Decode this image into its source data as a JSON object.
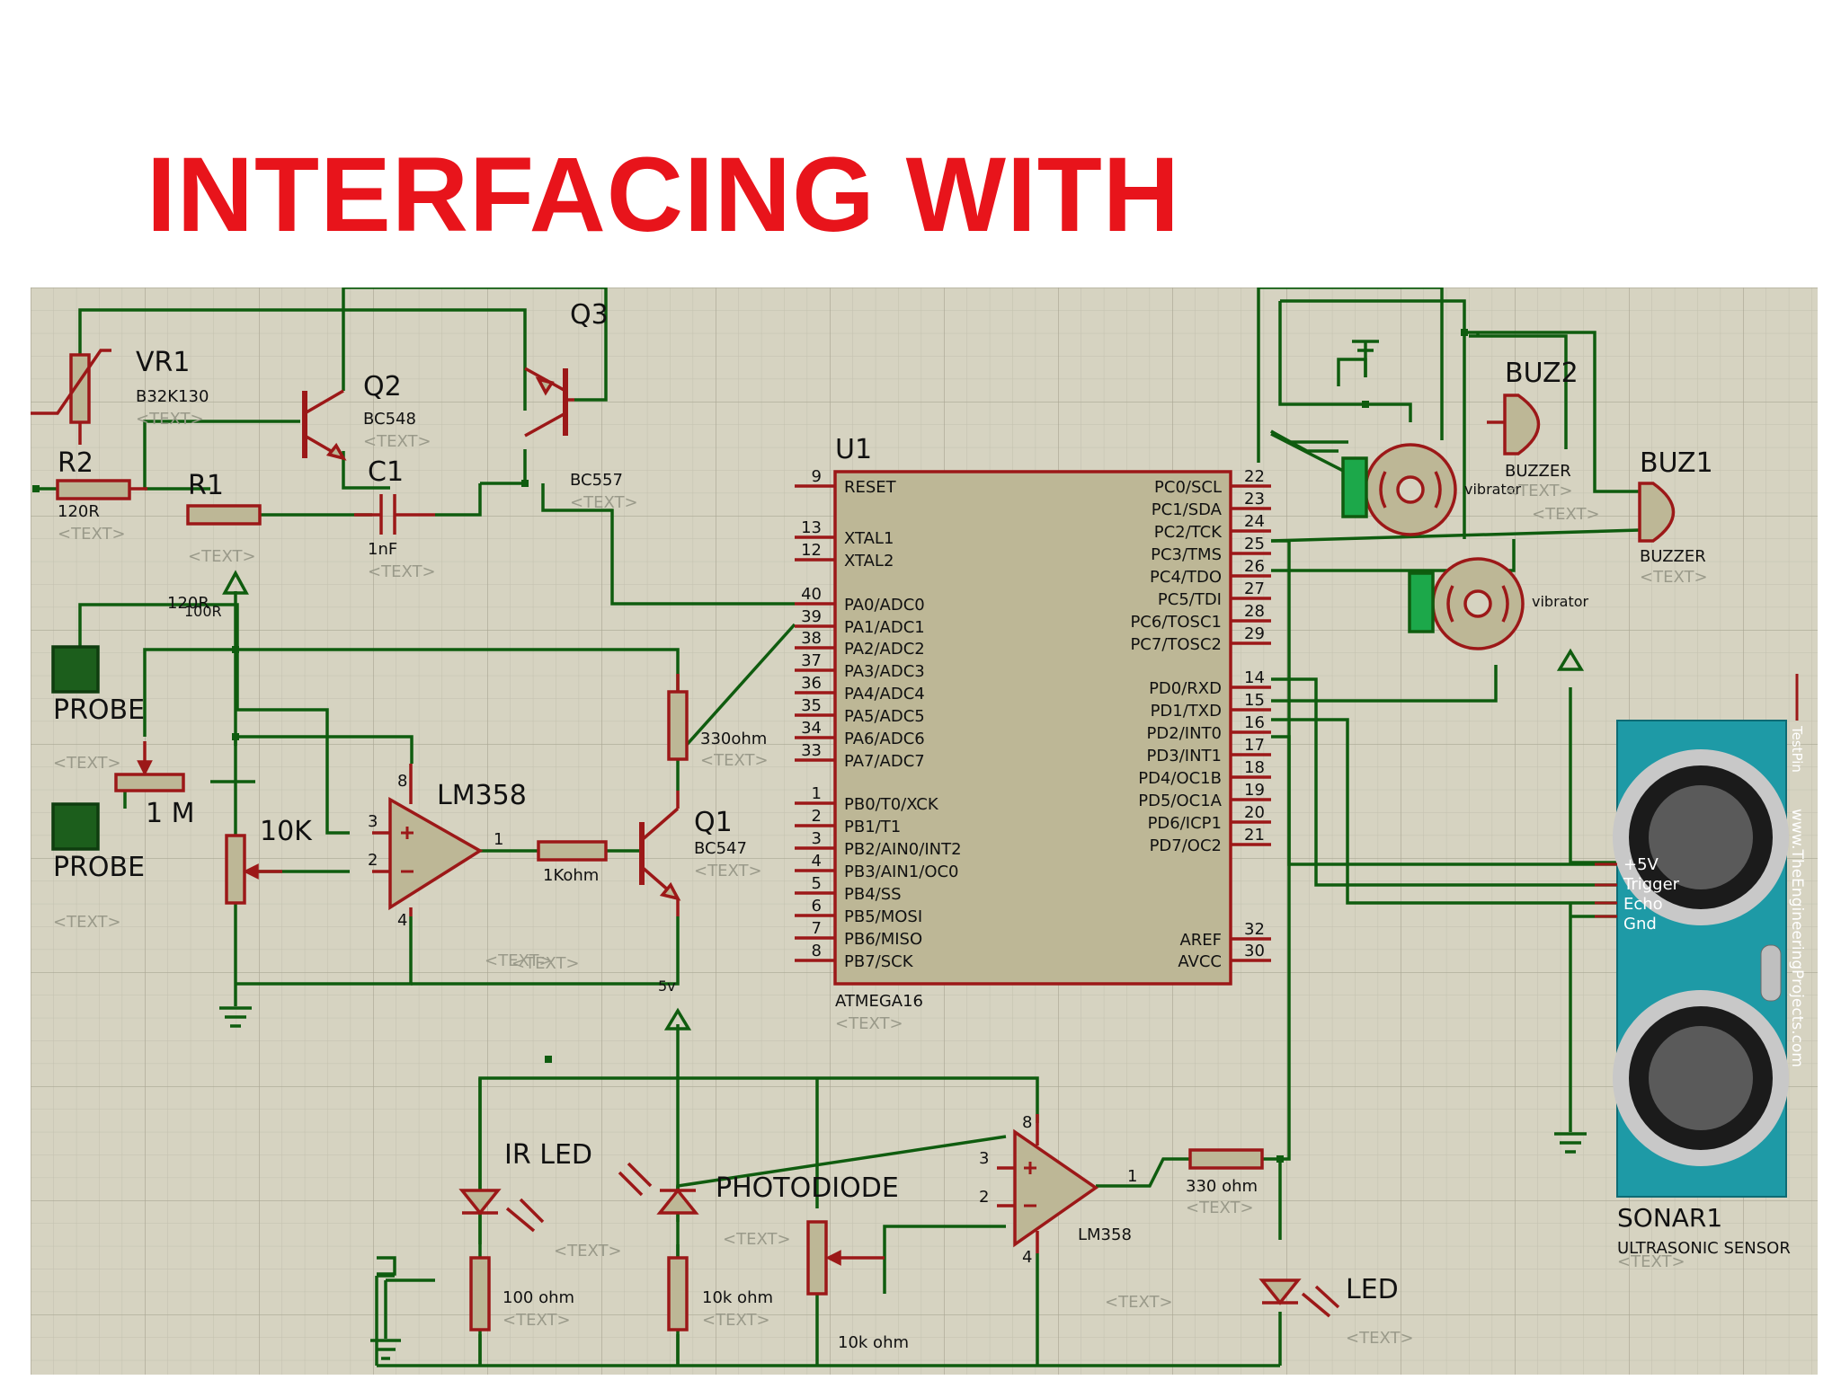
{
  "title": "INTERFACING WITH",
  "colors": {
    "title": "#e8141b",
    "grid_bg": "#d6d3c1",
    "grid_line": "#bab7a5",
    "wire": "#0f5c0f",
    "component": "#9c1818",
    "body": "#bdb796",
    "sonar": "#1e9aa6",
    "label": "#111111",
    "placeholder": "#9a9a8a"
  },
  "placeholder_text": "<TEXT>",
  "labels": {
    "vr1": "VR1",
    "vr1_val": "B32K130",
    "q2": "Q2",
    "q2_val": "BC548",
    "q3": "Q3",
    "q3_val": "BC557",
    "r2": "R2",
    "r2_val": "120R",
    "r1": "R1",
    "r1b_val": "120R",
    "c1": "C1",
    "c1_val": "1nF",
    "probe1": "PROBE",
    "probe2": "PROBE",
    "pot1m": "1 M",
    "pot10k": "10K",
    "lm358_top": "LM358",
    "r1k": "1Kohm",
    "r330_top": "330ohm",
    "q1": "Q1",
    "q1_val": "BC547",
    "u1": "U1",
    "u1_val": "ATMEGA16",
    "five_v": "5v",
    "ir_led": "IR LED",
    "photodiode": "PHOTODIODE",
    "r100": "100 ohm",
    "r10k_a": "10k ohm",
    "r10k_b": "10k ohm",
    "lm358_bot": "LM358",
    "r330_bot": "330 ohm",
    "led": "LED",
    "buz2": "BUZ2",
    "buz1": "BUZ1",
    "buzzer1": "BUZZER",
    "buzzer2": "BUZZER",
    "vibrator1": "vibrator",
    "vibrator2": "vibrator",
    "sonar1": "SONAR1",
    "sonar_val": "ULTRASONIC SENSOR",
    "sonar_pins": [
      "+5V",
      "Trigger",
      "Echo",
      "Gnd"
    ],
    "sonar_side": "www.TheEngineeringProjects.com",
    "testpin": "TestPin",
    "mini_cap": "100R"
  },
  "opamp_pins": {
    "top": [
      "8",
      "3",
      "2",
      "1",
      "4"
    ],
    "bottom": [
      "8",
      "3",
      "2",
      "1",
      "4"
    ]
  },
  "u1_left_pins": [
    {
      "num": "9",
      "name": "RESET"
    },
    {
      "num": "13",
      "name": "XTAL1"
    },
    {
      "num": "12",
      "name": "XTAL2"
    },
    {
      "num": "40",
      "name": "PA0/ADC0"
    },
    {
      "num": "39",
      "name": "PA1/ADC1"
    },
    {
      "num": "38",
      "name": "PA2/ADC2"
    },
    {
      "num": "37",
      "name": "PA3/ADC3"
    },
    {
      "num": "36",
      "name": "PA4/ADC4"
    },
    {
      "num": "35",
      "name": "PA5/ADC5"
    },
    {
      "num": "34",
      "name": "PA6/ADC6"
    },
    {
      "num": "33",
      "name": "PA7/ADC7"
    },
    {
      "num": "1",
      "name": "PB0/T0/XCK"
    },
    {
      "num": "2",
      "name": "PB1/T1"
    },
    {
      "num": "3",
      "name": "PB2/AIN0/INT2"
    },
    {
      "num": "4",
      "name": "PB3/AIN1/OC0"
    },
    {
      "num": "5",
      "name": "PB4/SS"
    },
    {
      "num": "6",
      "name": "PB5/MOSI"
    },
    {
      "num": "7",
      "name": "PB6/MISO"
    },
    {
      "num": "8",
      "name": "PB7/SCK"
    }
  ],
  "u1_right_pins": [
    {
      "num": "22",
      "name": "PC0/SCL"
    },
    {
      "num": "23",
      "name": "PC1/SDA"
    },
    {
      "num": "24",
      "name": "PC2/TCK"
    },
    {
      "num": "25",
      "name": "PC3/TMS"
    },
    {
      "num": "26",
      "name": "PC4/TDO"
    },
    {
      "num": "27",
      "name": "PC5/TDI"
    },
    {
      "num": "28",
      "name": "PC6/TOSC1"
    },
    {
      "num": "29",
      "name": "PC7/TOSC2"
    },
    {
      "num": "14",
      "name": "PD0/RXD"
    },
    {
      "num": "15",
      "name": "PD1/TXD"
    },
    {
      "num": "16",
      "name": "PD2/INT0"
    },
    {
      "num": "17",
      "name": "PD3/INT1"
    },
    {
      "num": "18",
      "name": "PD4/OC1B"
    },
    {
      "num": "19",
      "name": "PD5/OC1A"
    },
    {
      "num": "20",
      "name": "PD6/ICP1"
    },
    {
      "num": "21",
      "name": "PD7/OC2"
    },
    {
      "num": "32",
      "name": "AREF"
    },
    {
      "num": "30",
      "name": "AVCC"
    }
  ]
}
